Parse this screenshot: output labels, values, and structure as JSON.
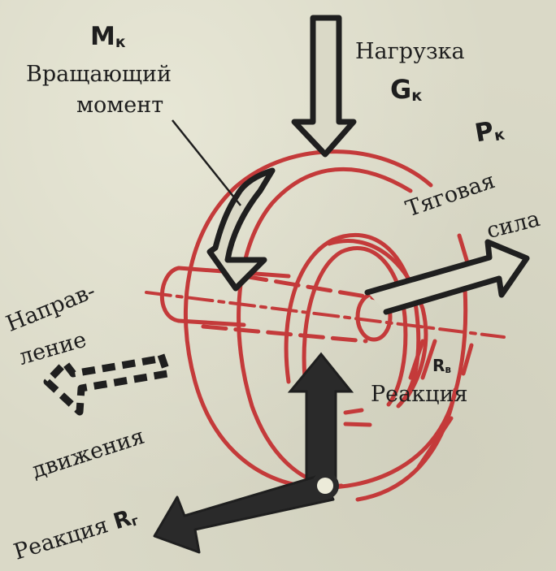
{
  "colors": {
    "wheel": "#c43a3a",
    "ink": "#1f1f1f",
    "paper": "#dad9c7"
  },
  "labels": {
    "torque": {
      "symbol": "M",
      "subscript": "к",
      "line1": "Вращающий",
      "line2": "момент"
    },
    "load": {
      "title": "Нагрузка",
      "symbol": "G",
      "subscript": "к"
    },
    "traction": {
      "symbol": "P",
      "subscript": "к",
      "line1": "Тяговая",
      "line2": "сила"
    },
    "direction": {
      "line1": "Направ-",
      "line2": "ление",
      "line3": "движения"
    },
    "vertical_reaction": {
      "symbol": "R",
      "subscript": "в",
      "title": "Реакция"
    },
    "horizontal_reaction": {
      "title": "Реакция",
      "symbol": "R",
      "subscript": "г"
    }
  },
  "icons": {
    "load_arrow": "arrow-down-outline",
    "torque_arrow": "curved-arrow-outline",
    "traction_arrow": "arrow-right-outline",
    "direction_arrow": "arrow-left-dashed",
    "vertical_reaction_arrow": "arrow-up-filled",
    "horizontal_reaction_arrow": "arrow-left-filled",
    "contact_point": "circle-hinge"
  }
}
